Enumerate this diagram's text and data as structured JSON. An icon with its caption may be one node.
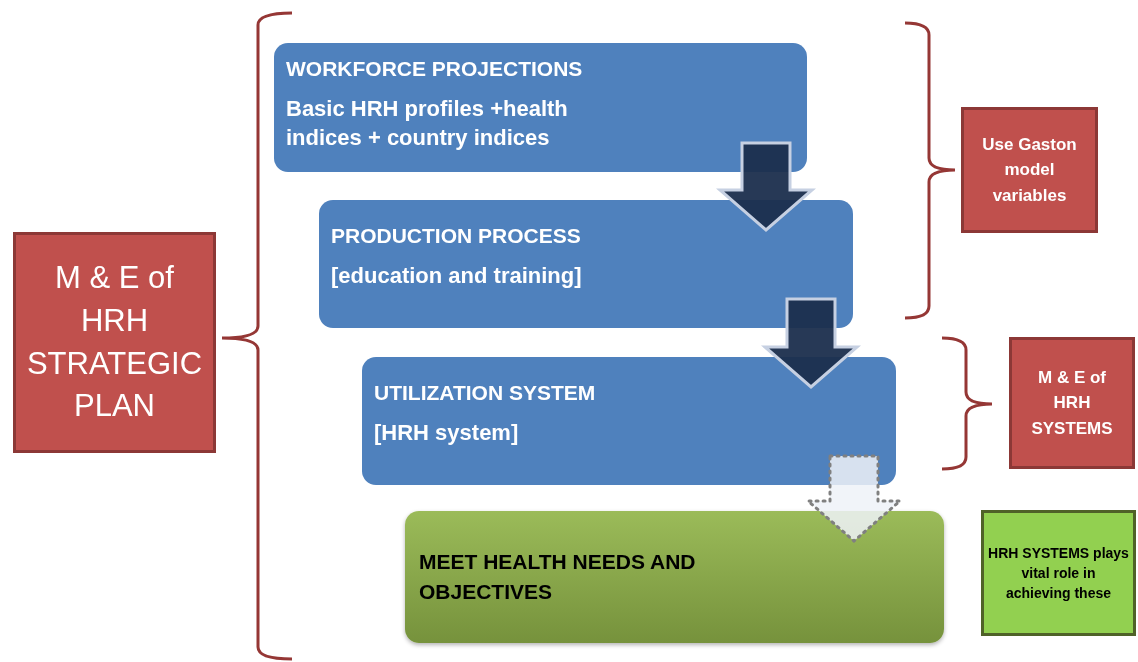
{
  "diagram": {
    "nodes": [
      {
        "text": [
          "M & E of HRH STRATEGIC PLAN"
        ]
      },
      {
        "text": [
          "WORKFORCE PROJECTIONS",
          "Basic HRH profiles +health indices + country indices"
        ]
      },
      {
        "text": [
          "PRODUCTION PROCESS",
          "[education and training]"
        ]
      },
      {
        "text": [
          "UTILIZATION SYSTEM",
          "[HRH system]"
        ]
      },
      {
        "text": [
          "MEET HEALTH NEEDS AND OBJECTIVES"
        ]
      },
      {
        "text": [
          "Use Gaston model variables"
        ]
      },
      {
        "text": [
          "M & E of HRH SYSTEMS"
        ]
      },
      {
        "text": [
          "HRH SYSTEMS plays vital role in achieving these"
        ]
      }
    ],
    "edges": [
      {
        "from": 1,
        "to": 2,
        "arrow": "to",
        "style": "thick"
      },
      {
        "from": 2,
        "to": 3,
        "arrow": "to",
        "style": "thick"
      },
      {
        "from": 3,
        "to": 4,
        "arrow": "to",
        "style": "dashed",
        "color": "#808080"
      }
    ]
  }
}
